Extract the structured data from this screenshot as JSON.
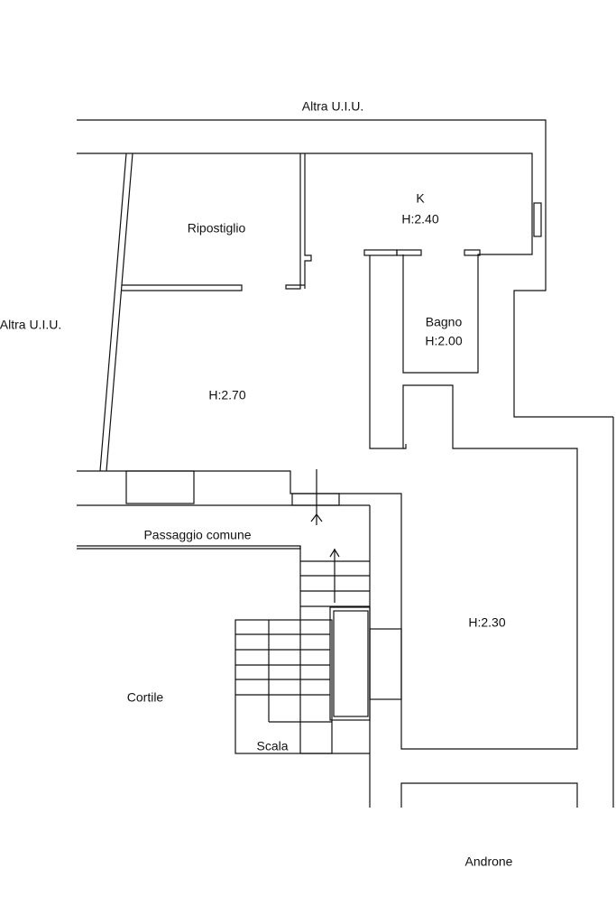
{
  "title": "Floor plan",
  "labels": {
    "top_neighbor": "Altra U.I.U.",
    "left_neighbor": "Altra U.I.U.",
    "storage": "Ripostiglio",
    "kitchen": "K",
    "kitchen_height": "H:2.40",
    "bathroom": "Bagno",
    "bathroom_height": "H:2.00",
    "main_room_height": "H:2.70",
    "shared_passage": "Passaggio comune",
    "right_room_height": "H:2.30",
    "courtyard": "Cortile",
    "stairs": "Scala",
    "entrance_hall": "Androne"
  }
}
